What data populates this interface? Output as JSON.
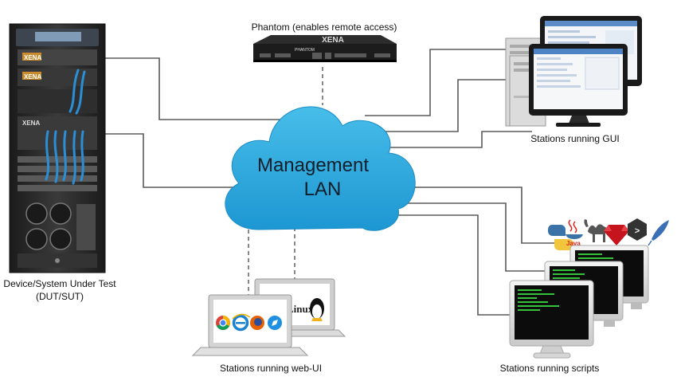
{
  "cloud": {
    "line1": "Management",
    "line2": "LAN",
    "color": "#2ba8de"
  },
  "phantom": {
    "label": "Phantom (enables remote access)",
    "device_text": "PHANTOM"
  },
  "dut": {
    "label_line1": "Device/System Under Test",
    "label_line2": "(DUT/SUT)",
    "brand": "XENA"
  },
  "gui": {
    "label": "Stations running GUI"
  },
  "webui": {
    "label": "Stations running web-UI",
    "linux_text": "Linux"
  },
  "scripts": {
    "label": "Stations running scripts",
    "java_text": "Java"
  },
  "colors": {
    "line": "#5a5a5a",
    "cable": "#2a8fd6",
    "rack": "#2b2b2b"
  },
  "icons": [
    "rack-icon",
    "phantom-chassis-icon",
    "desktop-computer-icon",
    "laptop-icon",
    "chrome-icon",
    "ie-icon",
    "firefox-icon",
    "safari-icon",
    "tux-icon",
    "python-icon",
    "java-icon",
    "camel-icon",
    "ruby-icon",
    "terminal-icon",
    "feather-icon"
  ]
}
